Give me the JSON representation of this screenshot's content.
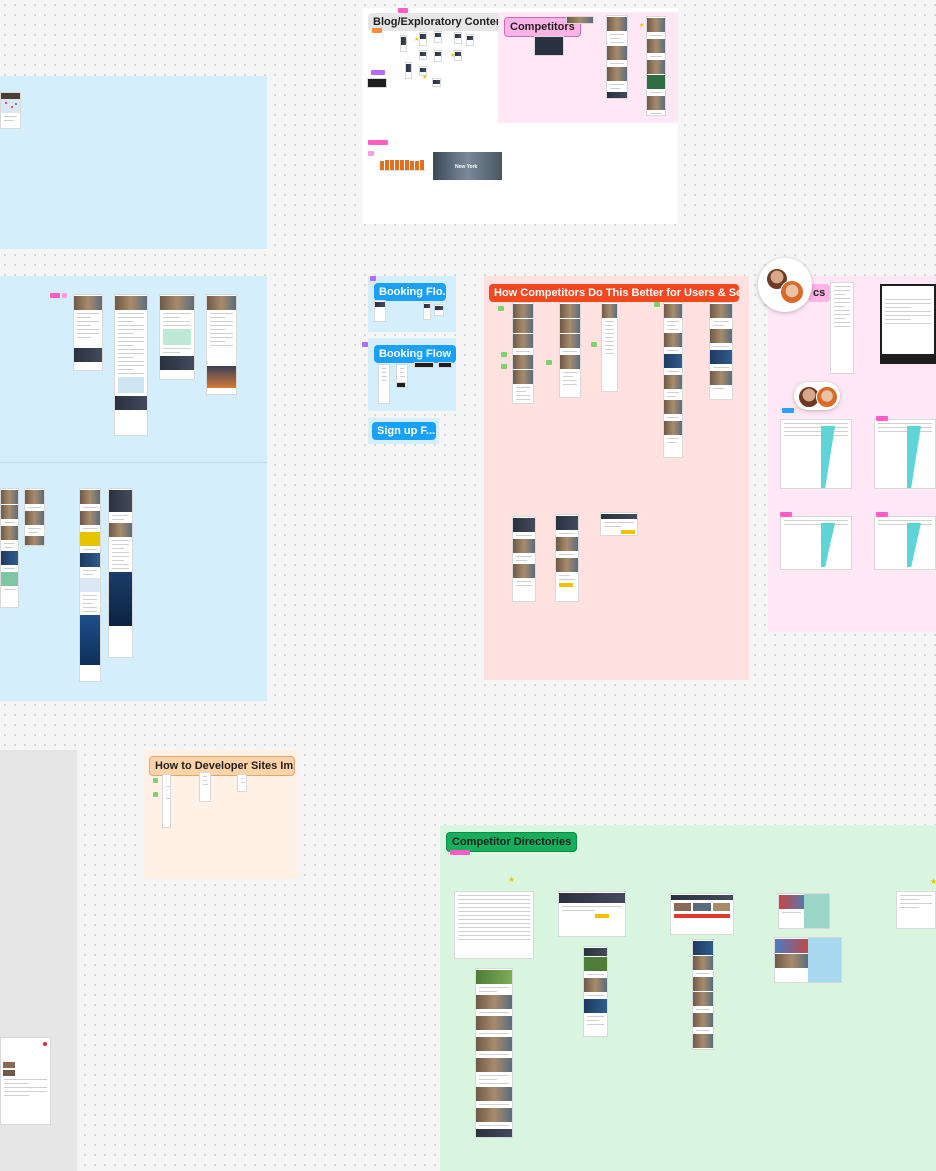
{
  "canvas": {
    "background": "#f5f5f5"
  },
  "sections": {
    "blog": {
      "label": "Blog/Exploratory Content",
      "label_bg": "#e6e6e6"
    },
    "competitors": {
      "label": "Competitors",
      "label_bg": "#ffb3e6"
    },
    "booking_flow_1": {
      "label": "Booking Flo...",
      "label_bg": "#18a0fb"
    },
    "booking_flow_2": {
      "label": "Booking Flow",
      "label_bg": "#18a0fb"
    },
    "sign_up": {
      "label": "Sign up F...",
      "label_bg": "#18a0fb"
    },
    "how_competitors": {
      "label": "How Competitors Do This Better for Users & Searc...",
      "label_bg": "#f24822"
    },
    "analytics": {
      "label": "cs",
      "label_bg": "#ffb3e6"
    },
    "developer_sites": {
      "label": "How to Developer Sites Im...",
      "label_bg": "#ffd3a8"
    },
    "competitor_directories": {
      "label": "Competitor Directories",
      "label_bg": "#14ae5c"
    }
  },
  "thumbnails": {
    "new_york": "New York"
  },
  "colors": {
    "light_blue_section": "#d4eefc",
    "pink_section": "#ffe8f6",
    "red_section": "#ffe2df",
    "peach_section": "#fff1e6",
    "green_section": "#d9f5e0",
    "gray_section": "#e6e6e6"
  },
  "icons": {
    "star": "star-icon",
    "avatar_group": "avatar-icon"
  }
}
